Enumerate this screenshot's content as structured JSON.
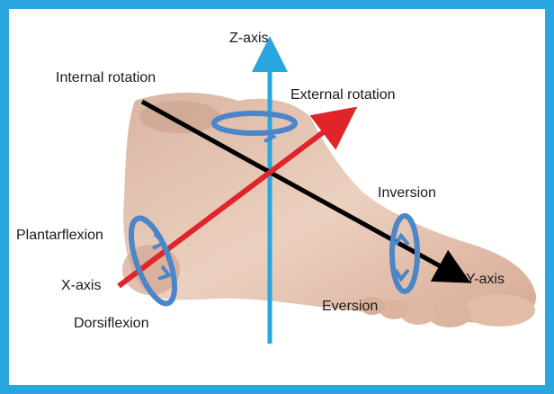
{
  "labels": {
    "z_axis": "Z-axis",
    "y_axis": "Y-axis",
    "x_axis": "X-axis",
    "internal_rotation": "Internal rotation",
    "external_rotation": "External rotation",
    "inversion": "Inversion",
    "eversion": "Eversion",
    "plantarflexion": "Plantarflexion",
    "dorsiflexion": "Dorsiflexion"
  },
  "colors": {
    "frame": "#2aa6df",
    "z_axis": "#2aa6df",
    "y_axis": "#000000",
    "x_axis": "#e0242a",
    "rotation_arrows": "#4a86c8",
    "foot": "#e6c5b0"
  }
}
